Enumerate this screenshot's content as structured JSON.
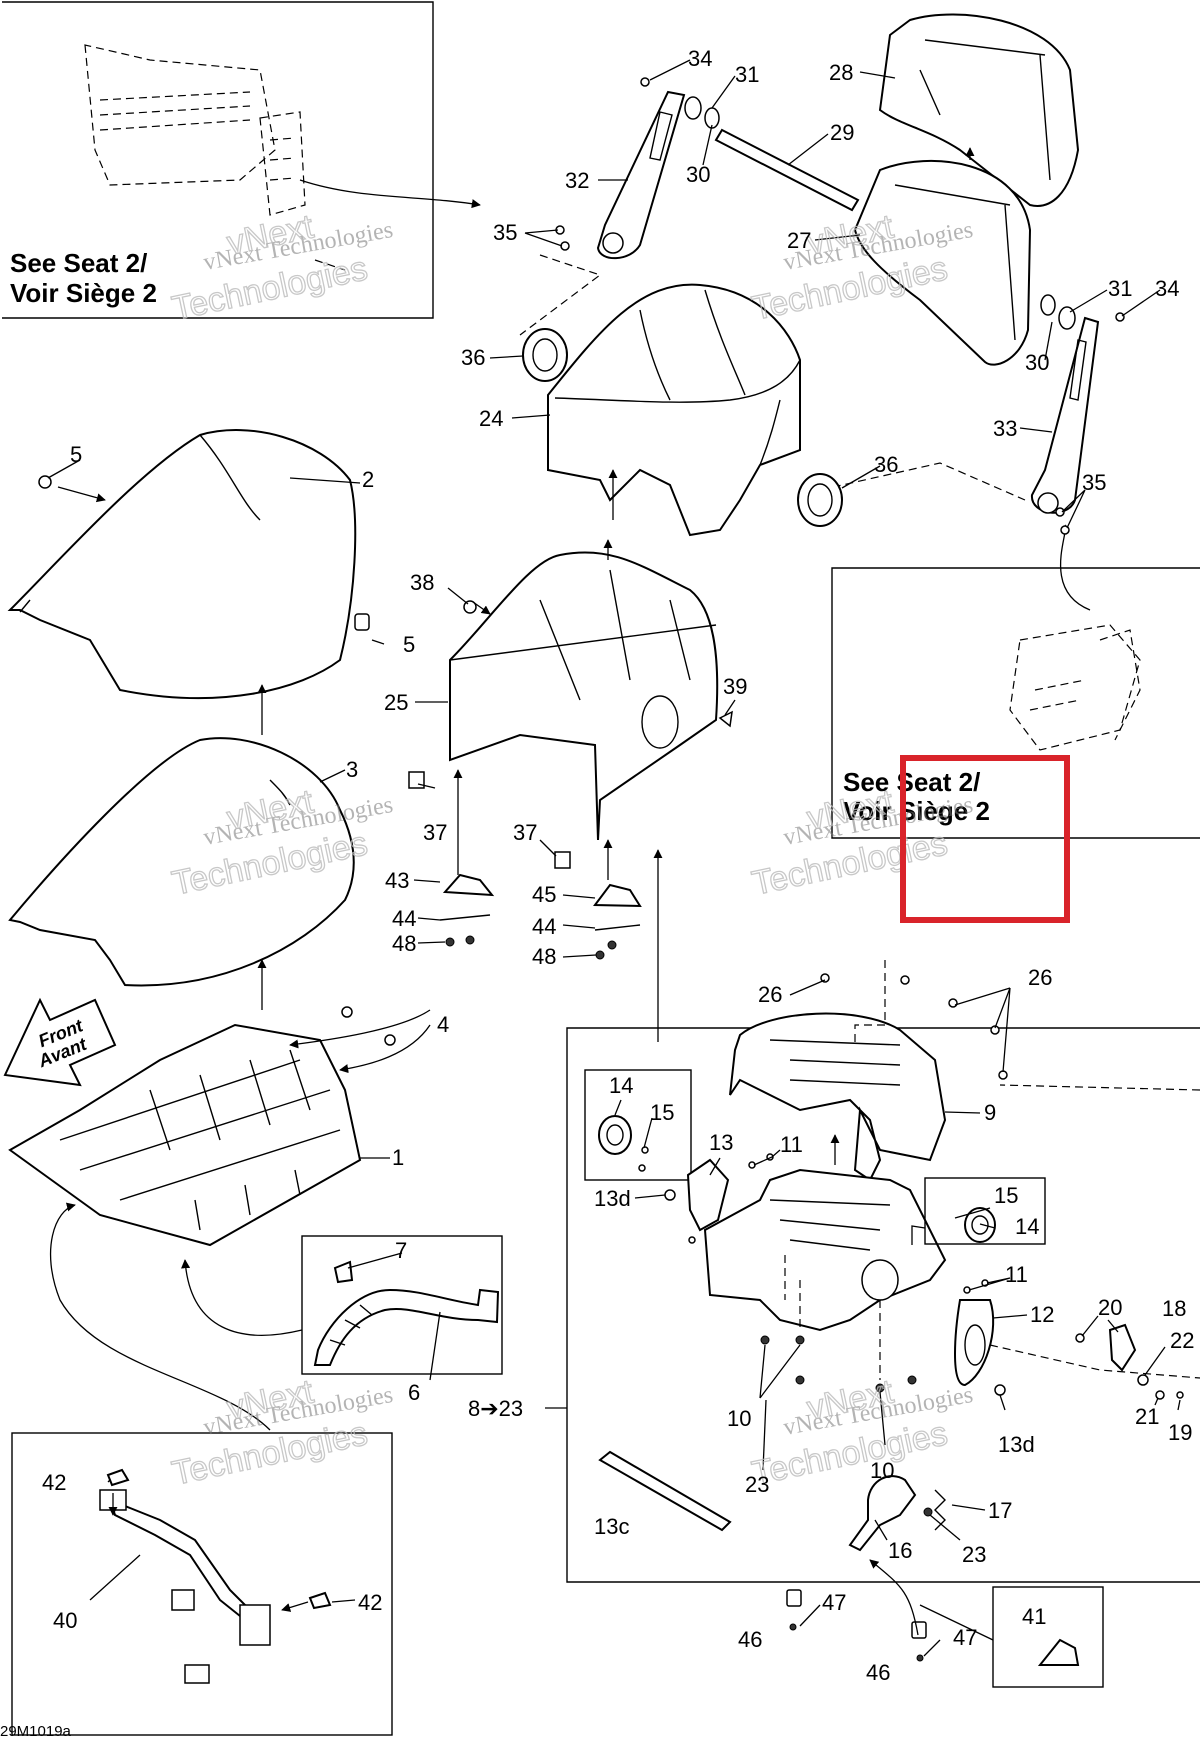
{
  "labels": {
    "l34a": "34",
    "l31a": "31",
    "l28": "28",
    "l29": "29",
    "l32": "32",
    "l30a": "30",
    "l35a": "35",
    "l27": "27",
    "l31b": "31",
    "l34b": "34",
    "l36a": "36",
    "l30b": "30",
    "l24": "24",
    "l33": "33",
    "l36b": "36",
    "l35b": "35",
    "l5a": "5",
    "l2": "2",
    "l38": "38",
    "l5b": "5",
    "l25": "25",
    "l39": "39",
    "l3": "3",
    "l37a": "37",
    "l37b": "37",
    "l43": "43",
    "l45": "45",
    "l44a": "44",
    "l44b": "44",
    "l48a": "48",
    "l48b": "48",
    "l26a": "26",
    "l26b": "26",
    "l4": "4",
    "l9": "9",
    "l14a": "14",
    "l15a": "15",
    "l13": "13",
    "l11a": "11",
    "l1": "1",
    "l13da": "13d",
    "l15b": "15",
    "l14b": "14",
    "l7": "7",
    "l11b": "11",
    "l12": "12",
    "l20": "20",
    "l18": "18",
    "l22": "22",
    "l6": "6",
    "l21": "21",
    "l19": "19",
    "l8_23": "8➔23",
    "l10a": "10",
    "l13db": "13d",
    "l42a": "42",
    "l23a": "23",
    "l10b": "10",
    "l17": "17",
    "l13c": "13c",
    "l16": "16",
    "l23b": "23",
    "l42b": "42",
    "l40": "40",
    "l41": "41",
    "l47a": "47",
    "l46a": "46",
    "l47b": "47",
    "l46b": "46"
  },
  "callouts": {
    "seat2_left_line1": "See Seat 2/",
    "seat2_left_line2": "Voir Siège 2",
    "seat2_right_line1": "See Seat 2/",
    "seat2_right_line2": "Voir Siège 2"
  },
  "front_arrow": {
    "line1": "Front",
    "line2": "Avant"
  },
  "watermarks": {
    "small": "vNext Technologies",
    "large": "Technologies",
    "prefix": "vNext"
  },
  "figure_ref": "29M1019a",
  "colors": {
    "highlight": "#d9232a"
  }
}
